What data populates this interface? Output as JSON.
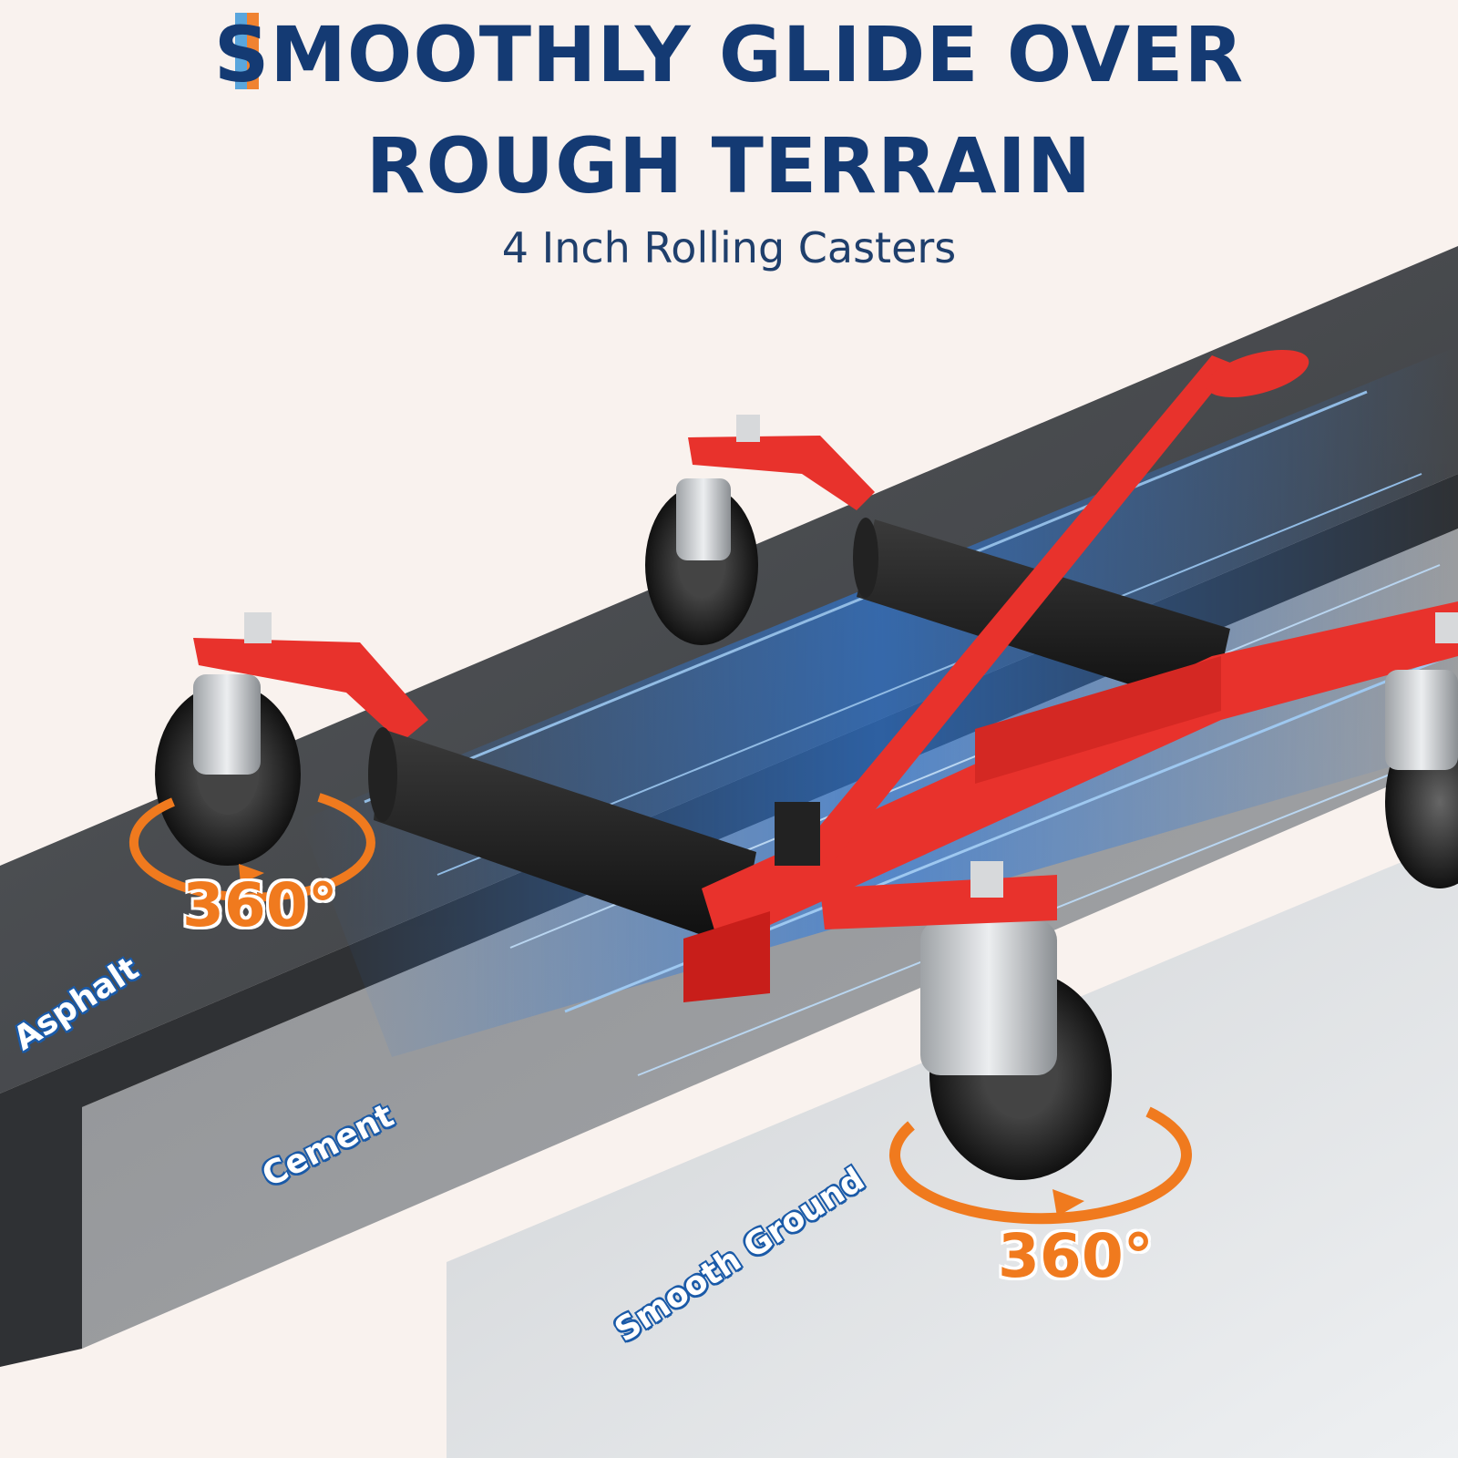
{
  "header": {
    "title_line_1": "SMOOTHLY GLIDE OVER",
    "title_line_2": "ROUGH TERRAIN",
    "subtitle": "4 Inch Rolling Casters"
  },
  "surfaces": {
    "asphalt": "Asphalt",
    "cement": "Cement",
    "smooth": "Smooth Ground"
  },
  "rotation": {
    "left_label": "360°",
    "right_label": "360°"
  },
  "colors": {
    "title": "#143a73",
    "accent_blue": "#5aa6dd",
    "accent_orange": "#f08331",
    "dolly_red": "#e8322c",
    "arrow_orange": "#f07a1e",
    "glow_blue": "#2d7be0"
  }
}
